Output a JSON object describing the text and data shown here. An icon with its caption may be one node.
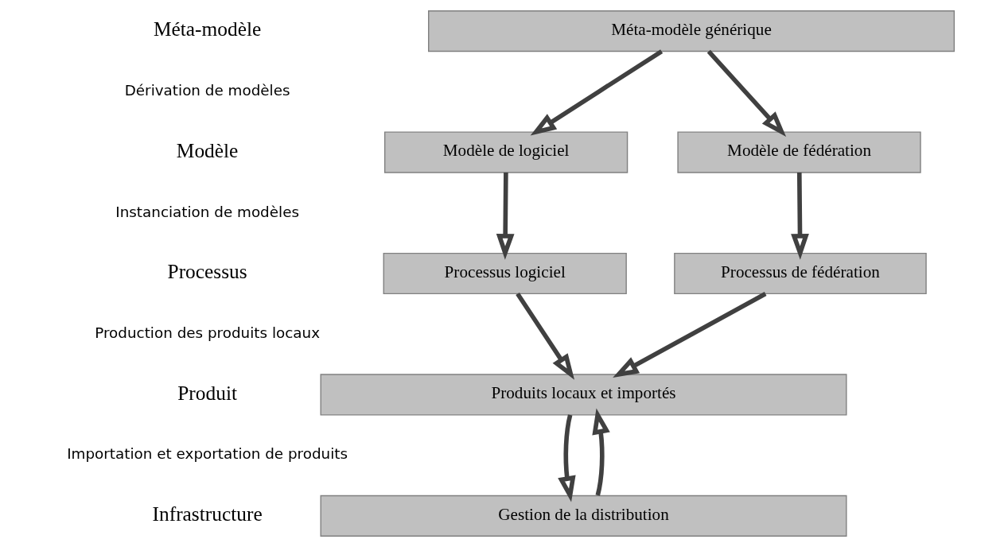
{
  "diagram": {
    "nodes": [
      {
        "text": [
          "Méta-modèle générique"
        ]
      },
      {
        "text": [
          "Modèle de logiciel"
        ]
      },
      {
        "text": [
          "Modèle de fédération"
        ]
      },
      {
        "text": [
          "Processus logiciel"
        ]
      },
      {
        "text": [
          "Processus de fédération"
        ]
      },
      {
        "text": [
          "Produits locaux et importés"
        ]
      },
      {
        "text": [
          "Gestion de la distribution"
        ]
      }
    ],
    "edges": [
      {
        "from": 0,
        "to": 1,
        "arrow": "to"
      },
      {
        "from": 0,
        "to": 2,
        "arrow": "to"
      },
      {
        "from": 1,
        "to": 3,
        "arrow": "to"
      },
      {
        "from": 2,
        "to": 4,
        "arrow": "to"
      },
      {
        "from": 3,
        "to": 5,
        "arrow": "to"
      },
      {
        "from": 4,
        "to": 5,
        "arrow": "to"
      },
      {
        "from": 5,
        "to": 6,
        "arrow": "to"
      },
      {
        "from": 6,
        "to": 5,
        "arrow": "to"
      }
    ],
    "labels": [
      "Méta-modèle",
      "Dérivation de modèles",
      "Modèle",
      "Instanciation de modèles",
      "Processus",
      "Production des produits locaux",
      "Produit",
      "Importation et exportation de produits",
      "Infrastructure"
    ]
  }
}
